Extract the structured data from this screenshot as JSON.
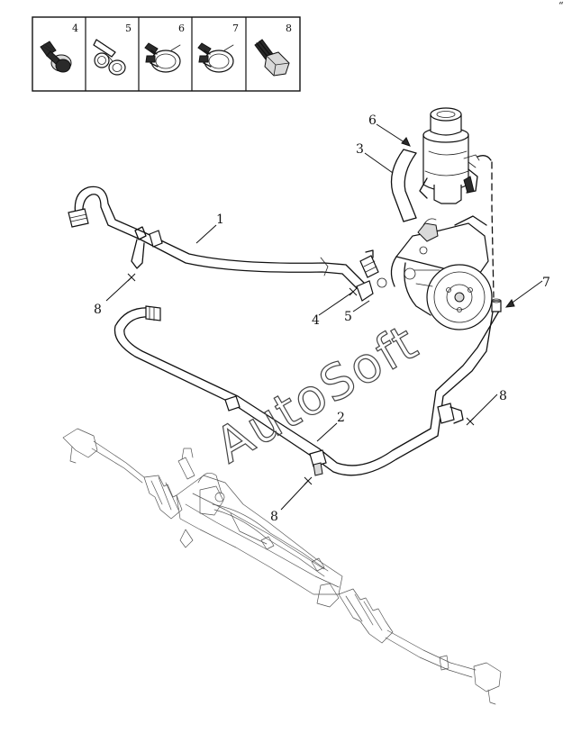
{
  "legend_box": {
    "cells": [
      {
        "label": "4",
        "icon": "bolt-with-washer-icon"
      },
      {
        "label": "5",
        "icon": "hose-clip-icon"
      },
      {
        "label": "6",
        "icon": "spring-clamp-icon"
      },
      {
        "label": "7",
        "icon": "spring-clamp-icon"
      },
      {
        "label": "8",
        "icon": "flange-bolt-icon"
      }
    ]
  },
  "callouts": {
    "c1": "1",
    "c2": "2",
    "c3": "3",
    "c4": "4",
    "c5": "5",
    "c6": "6",
    "c7": "7",
    "c8a": "8",
    "c8b": "8",
    "c8c": "8"
  },
  "watermark": "AutoSoft",
  "corner_mark": "“"
}
